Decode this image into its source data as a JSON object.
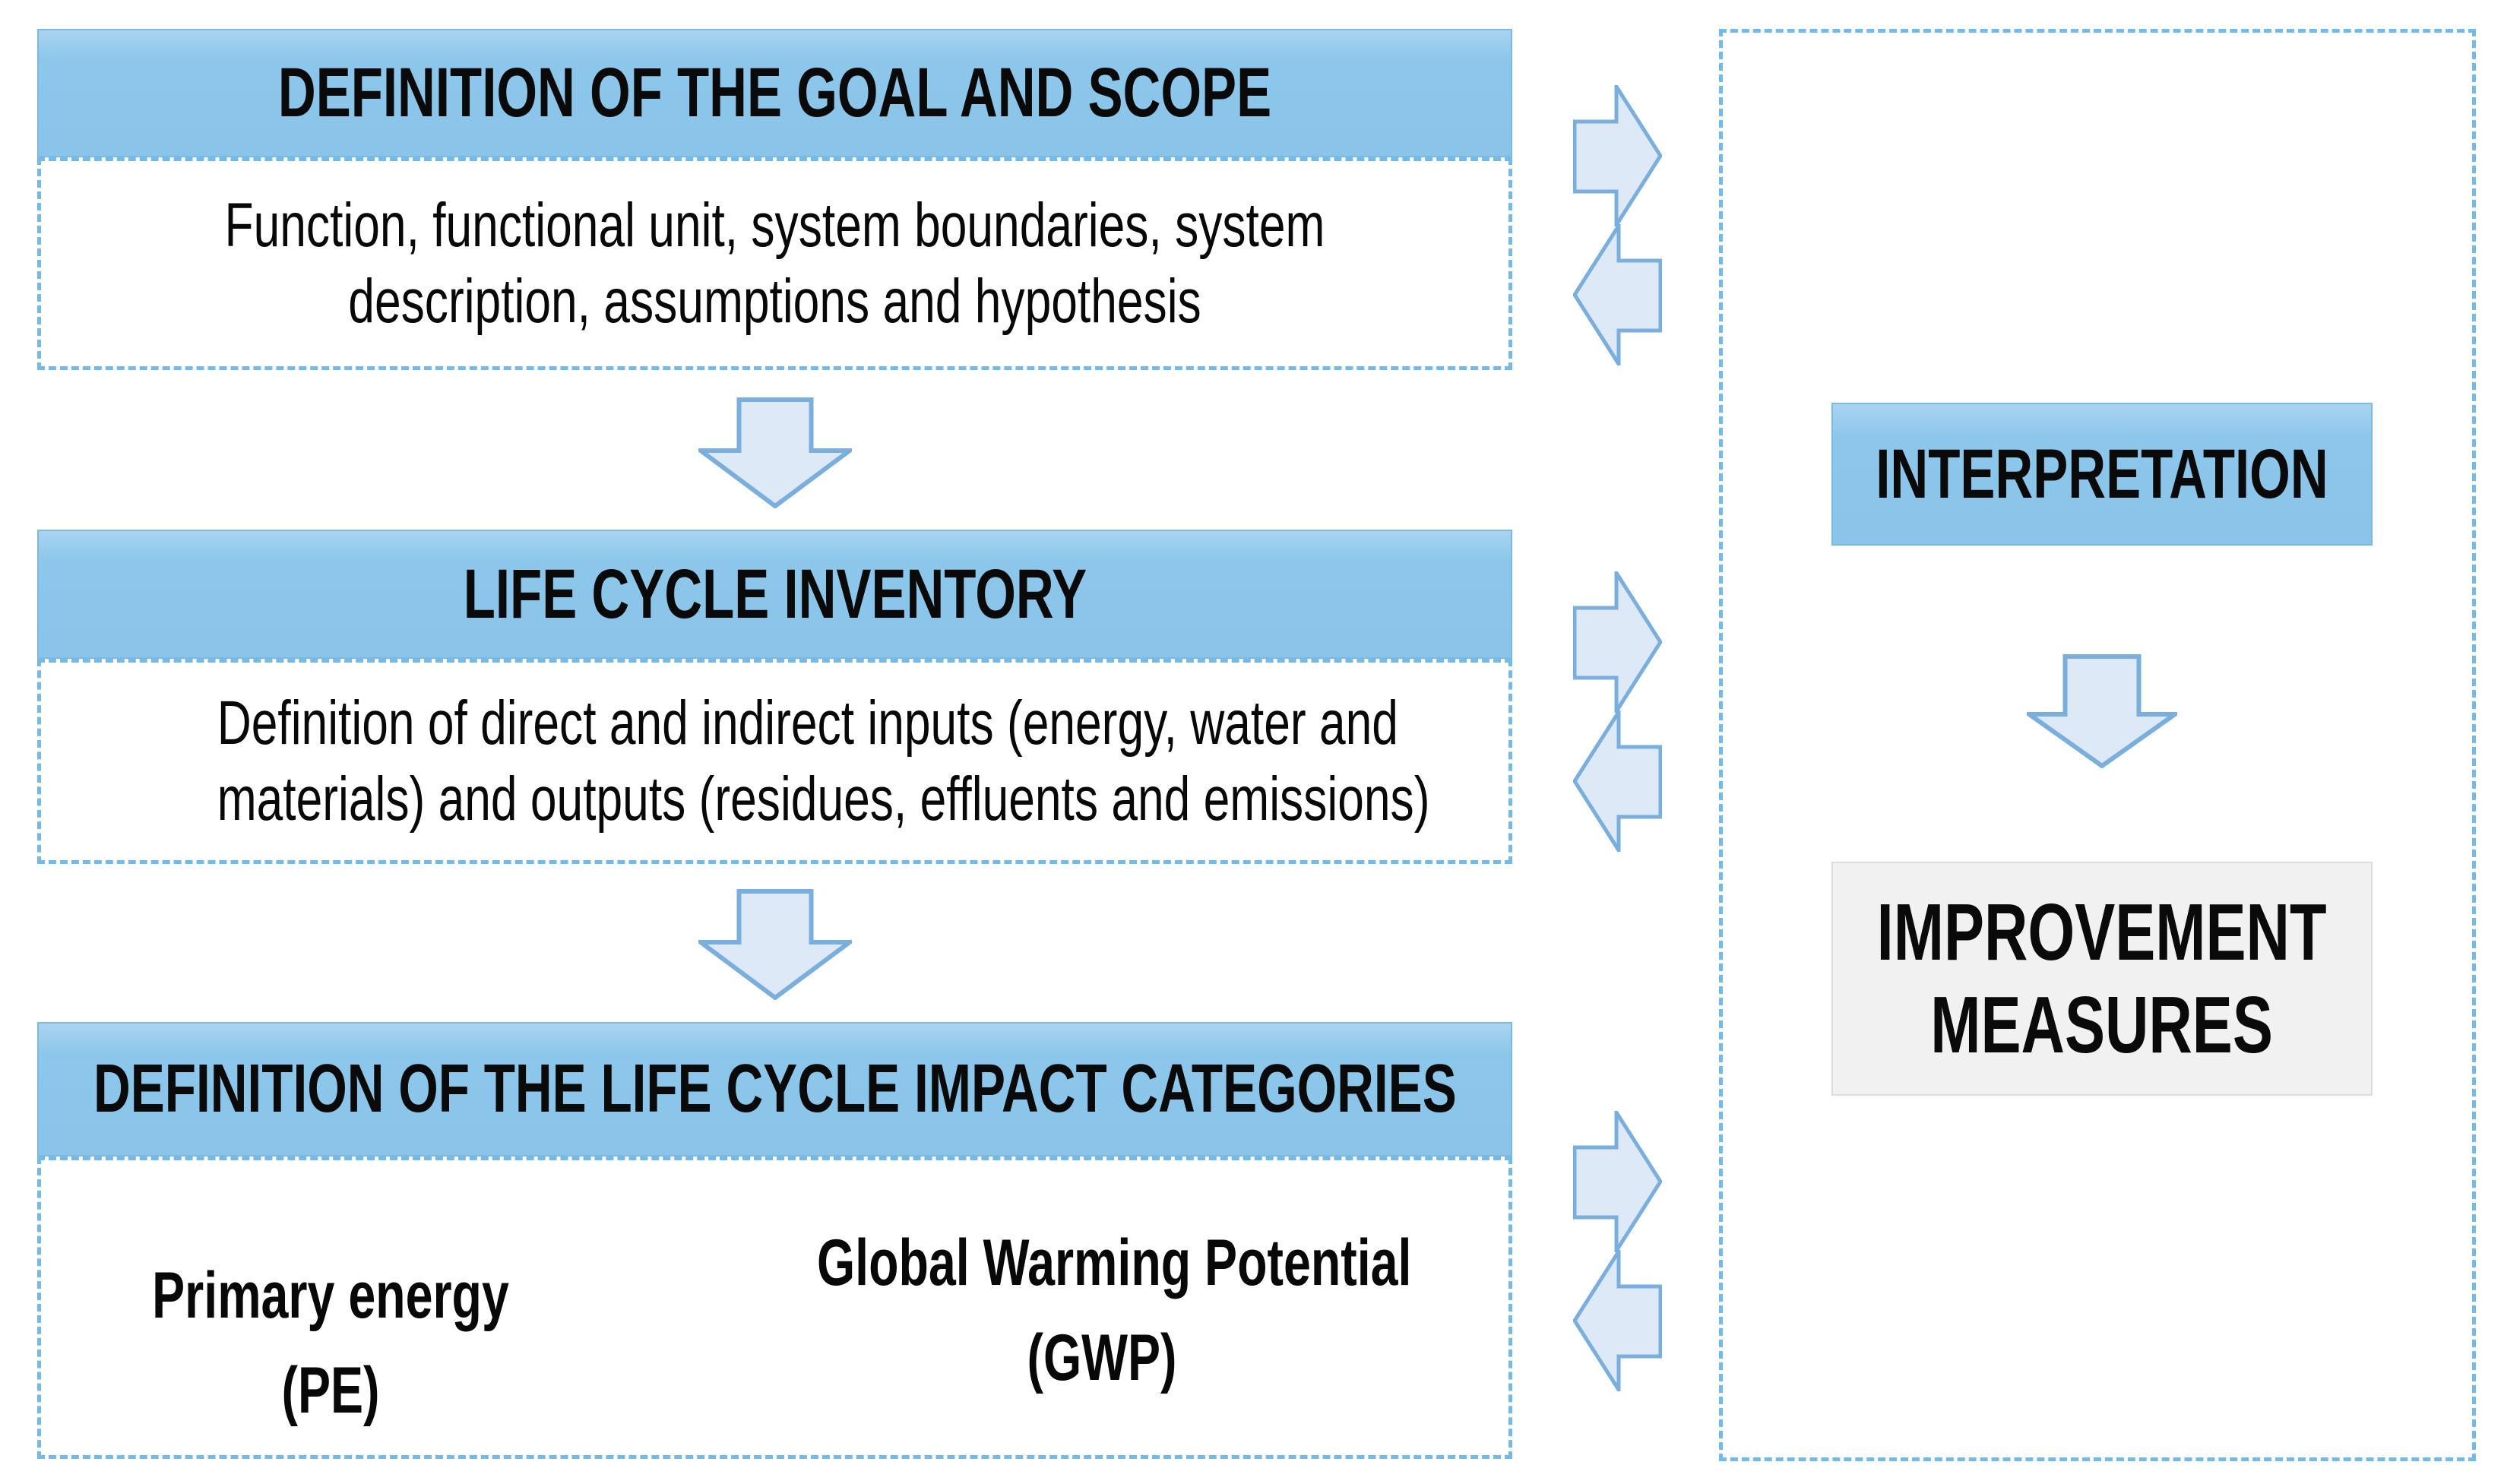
{
  "colors": {
    "header_fill": "#8cc6ea",
    "header_fill_top": "#a9d4f0",
    "header_border": "#7db9e0",
    "dashed_border": "#74bae9",
    "arrow_fill": "#dde9f6",
    "arrow_stroke": "#7aaedd",
    "gray_fill": "#f1f1f1",
    "gray_border": "#dddddd",
    "text": "#0a0a0a",
    "background": "#ffffff"
  },
  "boxes": {
    "goal": {
      "header": "DEFINITION OF THE GOAL AND SCOPE",
      "body_line1": "Function, functional unit, system boundaries, system",
      "body_line2": "description, assumptions and hypothesis"
    },
    "inventory": {
      "header": "LIFE CYCLE INVENTORY",
      "body_line1": "Definition of direct and indirect inputs (energy, water and",
      "body_line2": "materials) and outputs (residues, effluents and emissions)"
    },
    "impact": {
      "header": "DEFINITION OF THE LIFE CYCLE IMPACT CATEGORIES",
      "pe_line1": "Primary energy",
      "pe_line2": "(PE)",
      "gwp_line1": "Global Warming Potential",
      "gwp_line2": "(GWP)"
    },
    "interpretation": {
      "label": "INTERPRETATION"
    },
    "improvement": {
      "line1": "IMPROVEMENT",
      "line2": "MEASURES"
    }
  },
  "icons": {
    "down_arrow": "down-arrow-icon",
    "right_arrow": "right-arrow-icon",
    "left_arrow": "left-arrow-icon"
  }
}
